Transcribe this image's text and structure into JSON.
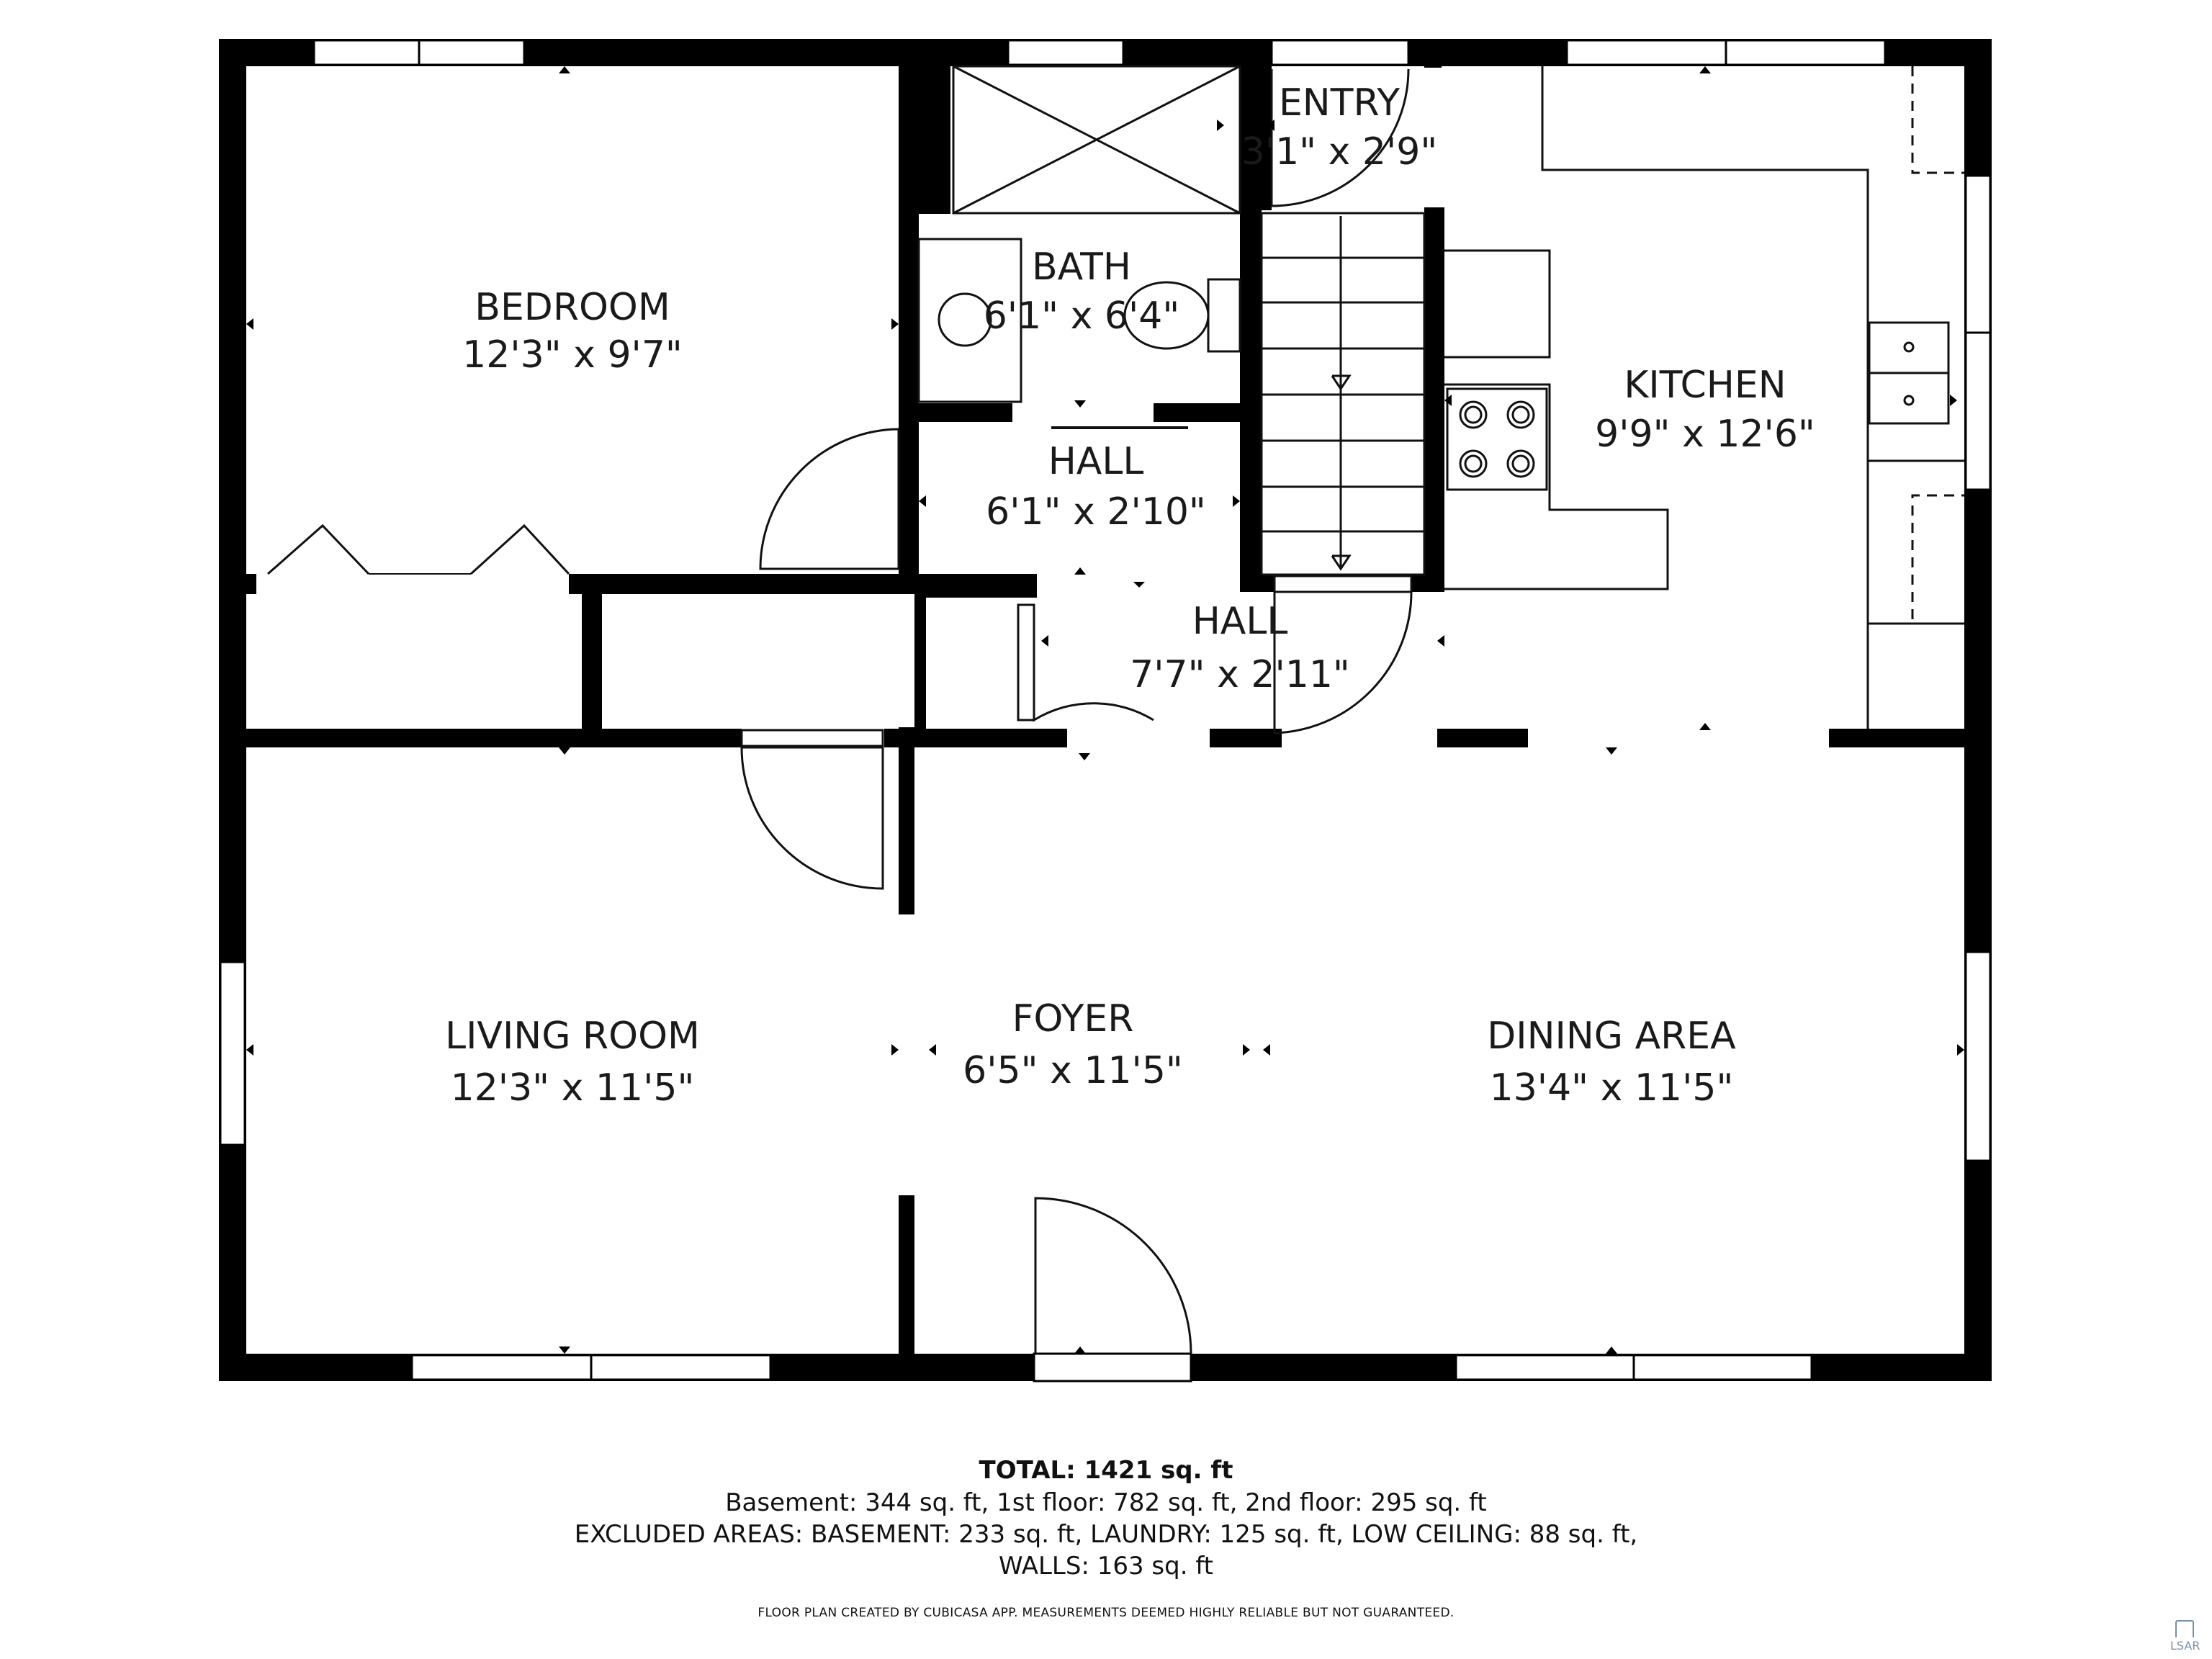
{
  "rooms": {
    "bedroom": {
      "name": "BEDROOM",
      "dims": "12'3\" x 9'7\""
    },
    "bath": {
      "name": "BATH",
      "dims": "6'1\" x 6'4\""
    },
    "entry": {
      "name": "ENTRY",
      "dims": "3'1\" x 2'9\""
    },
    "kitchen": {
      "name": "KITCHEN",
      "dims": "9'9\" x 12'6\""
    },
    "hall_upper": {
      "name": "HALL",
      "dims": "6'1\" x 2'10\""
    },
    "hall_lower": {
      "name": "HALL",
      "dims": "7'7\" x 2'11\""
    },
    "living_room": {
      "name": "LIVING ROOM",
      "dims": "12'3\" x 11'5\""
    },
    "foyer": {
      "name": "FOYER",
      "dims": "6'5\" x 11'5\""
    },
    "dining_area": {
      "name": "DINING AREA",
      "dims": "13'4\" x 11'5\""
    }
  },
  "summary": {
    "total": "TOTAL: 1421 sq. ft",
    "floors": "Basement: 344 sq. ft, 1st floor: 782 sq. ft, 2nd floor: 295 sq. ft",
    "excluded": "EXCLUDED AREAS: BASEMENT: 233 sq. ft, LAUNDRY: 125 sq. ft, LOW CEILING: 88 sq. ft,",
    "walls": "WALLS: 163 sq. ft"
  },
  "disclaimer": "FLOOR PLAN CREATED BY CUBICASA APP. MEASUREMENTS DEEMED HIGHLY RELIABLE BUT NOT GUARANTEED.",
  "logo_text": "LSAR",
  "colors": {
    "wall": "#000000",
    "background": "#ffffff",
    "line": "#222222"
  }
}
